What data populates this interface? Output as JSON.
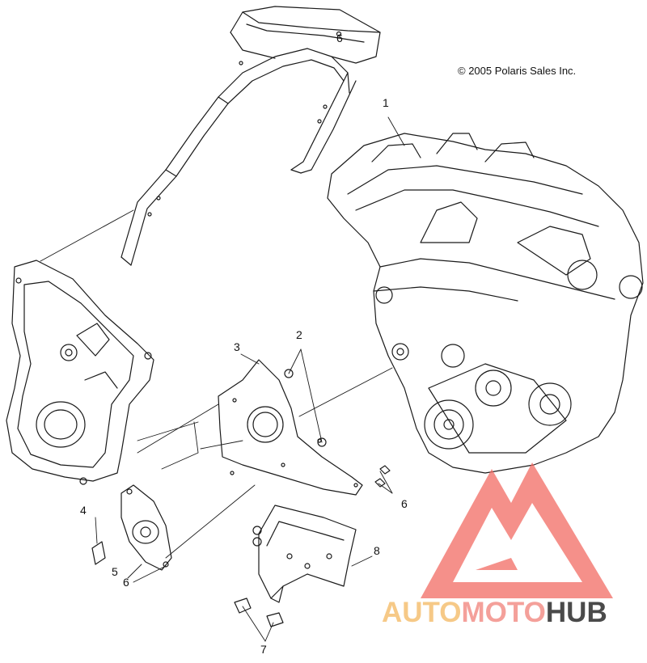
{
  "copyright": "© 2005 Polaris Sales Inc.",
  "callouts": {
    "c1": "1",
    "c2": "2",
    "c3": "3",
    "c4": "4",
    "c5": "5",
    "c6a": "6",
    "c6b": "6",
    "c6c": "6",
    "c7": "7",
    "c8": "8"
  },
  "watermark": {
    "part1": "AUTO",
    "part2": "MOTO",
    "part3": "HUB",
    "colors": {
      "auto": "#f6c987",
      "moto": "#f4a09a",
      "hub": "#4a4a4a",
      "logo": "#f26b63"
    }
  }
}
